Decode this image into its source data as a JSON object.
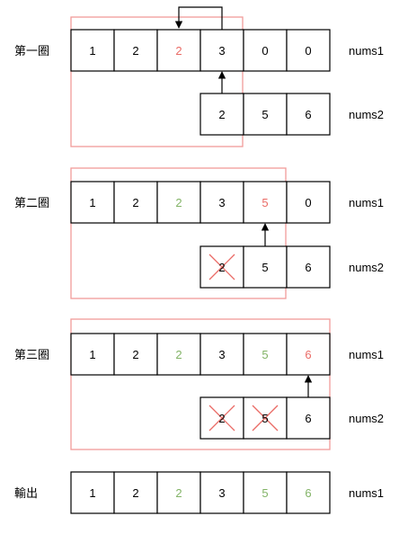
{
  "colors": {
    "default": "#000000",
    "red": "#ea6b66",
    "green": "#82b366",
    "frame": "#f19c99",
    "cell_border": "#000000"
  },
  "rounds": [
    {
      "label": "第一圈",
      "nums1": {
        "name": "nums1",
        "cells": [
          {
            "v": "1",
            "color": "default"
          },
          {
            "v": "2",
            "color": "default"
          },
          {
            "v": "2",
            "color": "red"
          },
          {
            "v": "3",
            "color": "default"
          },
          {
            "v": "0",
            "color": "default"
          },
          {
            "v": "0",
            "color": "default"
          }
        ]
      },
      "nums2": {
        "name": "nums2",
        "cells": [
          {
            "v": "2",
            "color": "default",
            "crossed": false
          },
          {
            "v": "5",
            "color": "default",
            "crossed": false
          },
          {
            "v": "6",
            "color": "default",
            "crossed": false
          }
        ]
      }
    },
    {
      "label": "第二圈",
      "nums1": {
        "name": "nums1",
        "cells": [
          {
            "v": "1",
            "color": "default"
          },
          {
            "v": "2",
            "color": "default"
          },
          {
            "v": "2",
            "color": "green"
          },
          {
            "v": "3",
            "color": "default"
          },
          {
            "v": "5",
            "color": "red"
          },
          {
            "v": "0",
            "color": "default"
          }
        ]
      },
      "nums2": {
        "name": "nums2",
        "cells": [
          {
            "v": "2",
            "color": "default",
            "crossed": true
          },
          {
            "v": "5",
            "color": "default",
            "crossed": false
          },
          {
            "v": "6",
            "color": "default",
            "crossed": false
          }
        ]
      }
    },
    {
      "label": "第三圈",
      "nums1": {
        "name": "nums1",
        "cells": [
          {
            "v": "1",
            "color": "default"
          },
          {
            "v": "2",
            "color": "default"
          },
          {
            "v": "2",
            "color": "green"
          },
          {
            "v": "3",
            "color": "default"
          },
          {
            "v": "5",
            "color": "green"
          },
          {
            "v": "6",
            "color": "red"
          }
        ]
      },
      "nums2": {
        "name": "nums2",
        "cells": [
          {
            "v": "2",
            "color": "default",
            "crossed": true
          },
          {
            "v": "5",
            "color": "default",
            "crossed": true
          },
          {
            "v": "6",
            "color": "default",
            "crossed": false
          }
        ]
      }
    }
  ],
  "output": {
    "label": "輸出",
    "nums1": {
      "name": "nums1",
      "cells": [
        {
          "v": "1",
          "color": "default"
        },
        {
          "v": "2",
          "color": "default"
        },
        {
          "v": "2",
          "color": "green"
        },
        {
          "v": "3",
          "color": "default"
        },
        {
          "v": "5",
          "color": "green"
        },
        {
          "v": "6",
          "color": "green"
        }
      ]
    }
  }
}
